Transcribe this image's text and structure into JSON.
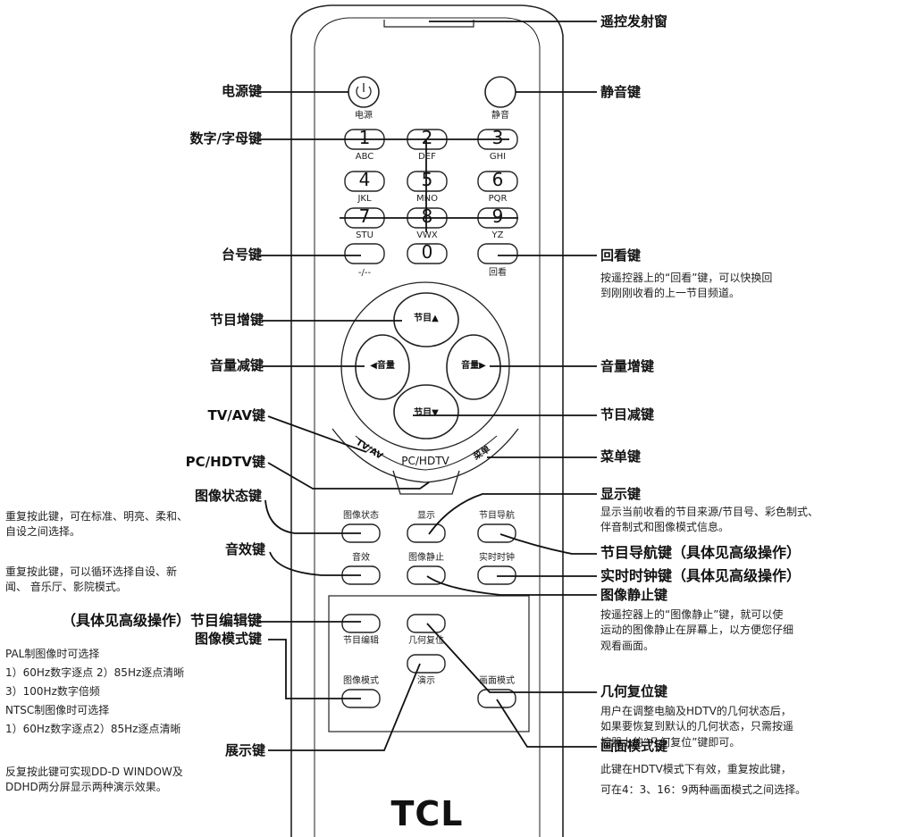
{
  "callouts": {
    "ir_window": "遥控发射窗",
    "power": "电源键",
    "mute": "静音键",
    "digits": "数字/字母键",
    "channel_digit": "台号键",
    "recall": "回看键",
    "recall_desc": [
      "按遥控器上的“回看”键，可以快换回",
      "到刚刚收看的上一节目频道。"
    ],
    "ch_up": "节目增键",
    "vol_down": "音量减键",
    "vol_up": "音量增键",
    "tv_av": "TV/AV键",
    "ch_down": "节目减键",
    "pc_hdtv": "PC/HDTV键",
    "menu": "菜单键",
    "picture_state": "图像状态键",
    "picture_state_desc": [
      "重复按此键，可在标准、明亮、柔和、",
      "自设之间选择。"
    ],
    "display": "显示键",
    "display_desc": [
      "显示当前收看的节目来源/节目号、彩色制式、",
      "伴音制式和图像模式信息。"
    ],
    "program_nav": "节目导航键（具体见高级操作）",
    "audio": "音效键",
    "audio_desc": [
      "重复按此键，可以循环选择自设、新",
      "闻、 音乐厅、影院模式。"
    ],
    "realtime_clock": "实时时钟键（具体见高级操作）",
    "freeze": "图像静止键",
    "freeze_desc": [
      "按遥控器上的“图像静止”键，就可以使",
      "运动的图像静止在屏幕上，以方便您仔细",
      "观看画面。"
    ],
    "program_edit": "（具体见高级操作）节目编辑键",
    "picture_mode": "图像模式键",
    "picture_mode_desc": [
      "PAL制图像时可选择",
      "1）60Hz数字逐点  2）85Hz逐点清晰",
      "3）100Hz数字倍频",
      "NTSC制图像时可选择",
      "1）60Hz数字逐点2）85Hz逐点清晰"
    ],
    "geometry_reset": "几何复位键",
    "geometry_reset_desc": [
      "用户在调整电脑及HDTV的几何状态后，",
      "如果要恢复到默认的几何状态，只需按遥",
      "控器上的“几何复位”键即可。"
    ],
    "show": "展示键",
    "show_desc": [
      "反复按此键可实现DD-D WINDOW及",
      "DDHD两分屏显示两种演示效果。"
    ],
    "screen_mode": "画面模式键",
    "screen_mode_desc": [
      "此键在HDTV模式下有效，重复按此键，",
      "可在4：3、16：9两种画面模式之间选择。"
    ]
  },
  "keys": {
    "power": "电源",
    "mute": "静音",
    "digits": [
      "1",
      "2",
      "3",
      "4",
      "5",
      "6",
      "7",
      "8",
      "9",
      "0"
    ],
    "letters": [
      "ABC",
      "DEF",
      "GHI",
      "JKL",
      "MNO",
      "PQR",
      "STU",
      "VWX",
      "YZ"
    ],
    "channel_digit": "-/--",
    "recall": "回看",
    "ch_up": "节目▲",
    "vol_down": "◀音量",
    "vol_up": "音量▶",
    "ch_down": "节目▼",
    "tv_av": "TV/AV",
    "pc_hdtv": "PC/HDTV",
    "menu": "菜单",
    "picture_state": "图像状态",
    "display": "显示",
    "program_nav": "节目导航",
    "audio": "音效",
    "freeze": "图像静止",
    "realtime_clock": "实时时钟",
    "program_edit": "节目编辑",
    "geometry_reset": "几何复位",
    "picture_mode": "图像模式",
    "show": "演示",
    "screen_mode": "画面模式"
  },
  "brand": "TCL"
}
